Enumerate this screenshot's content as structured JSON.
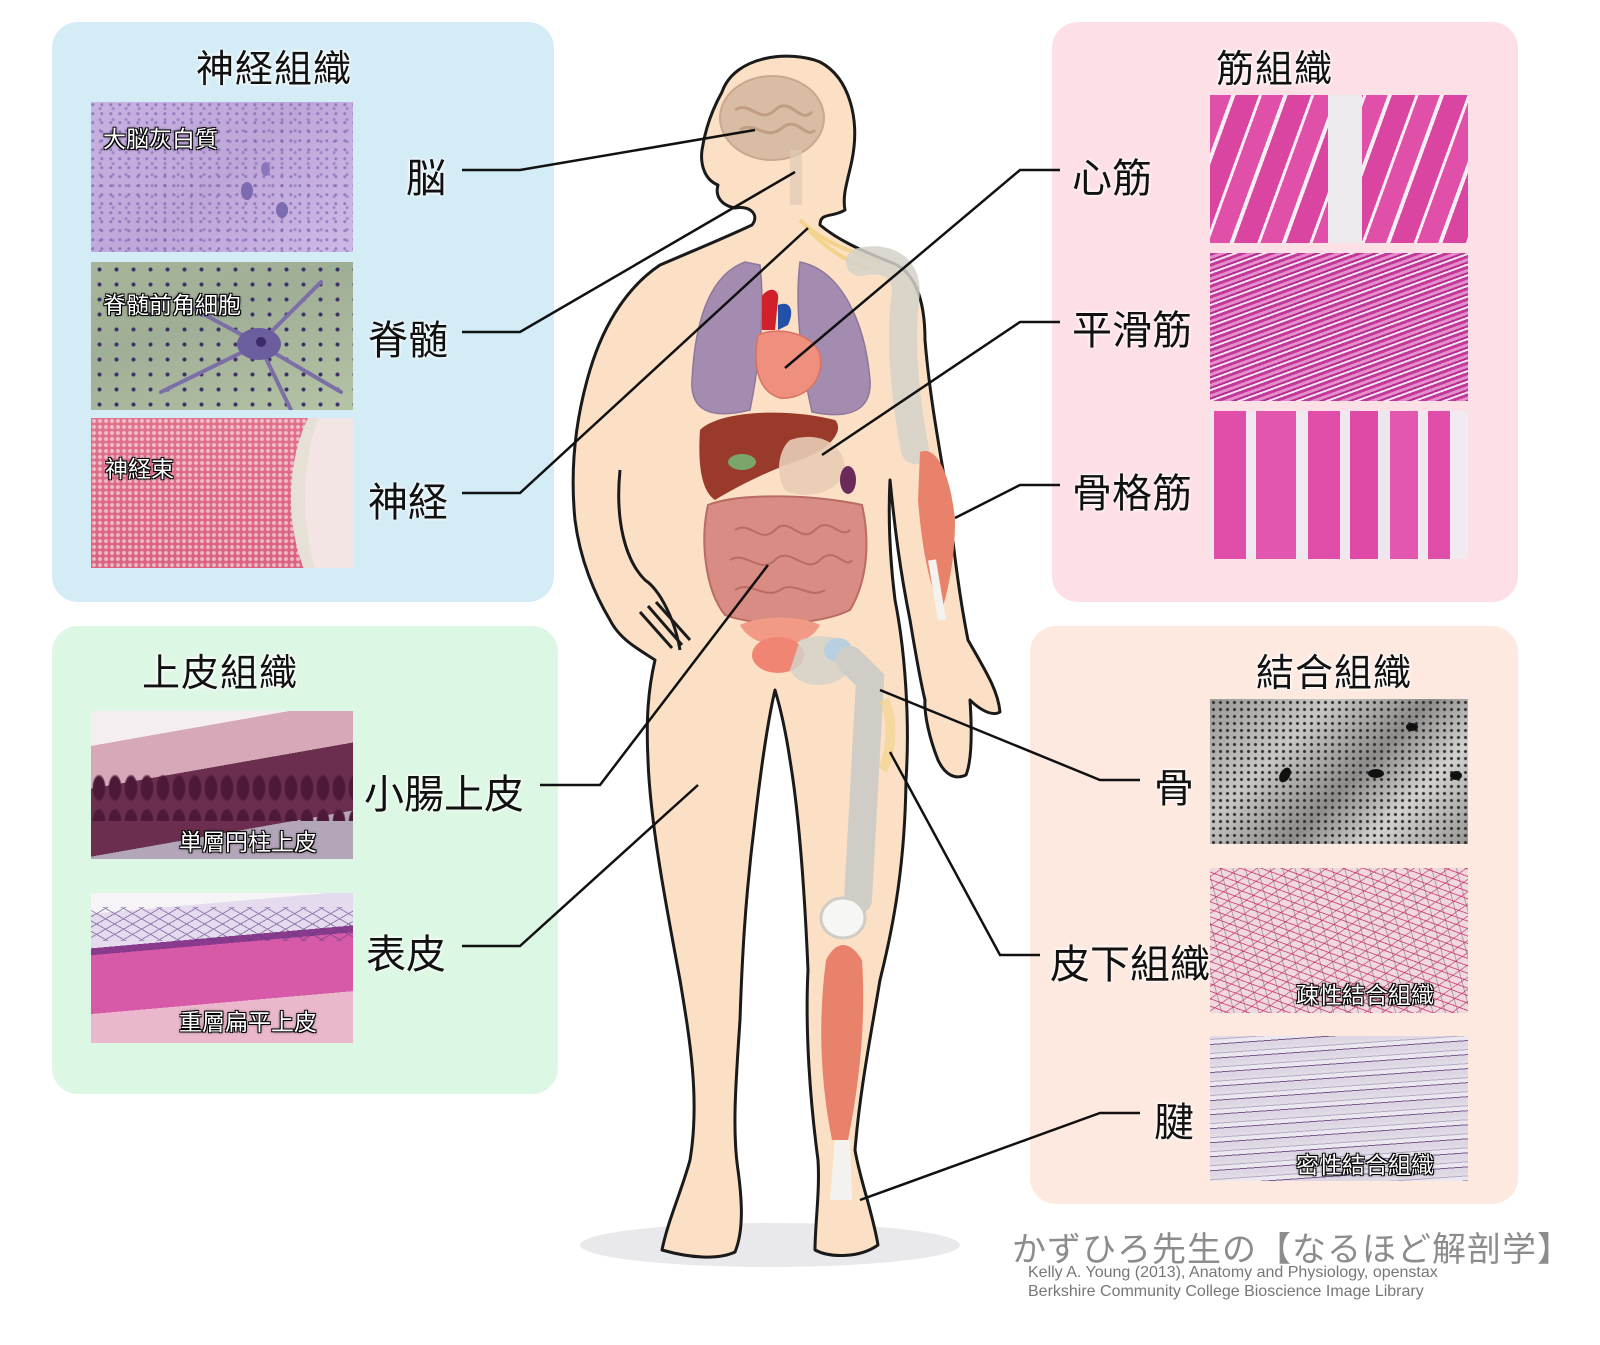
{
  "panels": {
    "nervous": {
      "title": "神経組織",
      "bg": "#d3ecf6",
      "items": [
        {
          "label": "脳",
          "caption": "大脳灰白質"
        },
        {
          "label": "脊髄",
          "caption": "脊髄前角細胞"
        },
        {
          "label": "神経",
          "caption": "神経束"
        }
      ]
    },
    "muscle": {
      "title": "筋組織",
      "bg": "#fde0e6",
      "items": [
        {
          "label": "心筋",
          "caption": ""
        },
        {
          "label": "平滑筋",
          "caption": ""
        },
        {
          "label": "骨格筋",
          "caption": ""
        }
      ]
    },
    "epithelial": {
      "title": "上皮組織",
      "bg": "#dcf7e3",
      "items": [
        {
          "label": "小腸上皮",
          "caption": "単層円柱上皮"
        },
        {
          "label": "表皮",
          "caption": "重層扁平上皮"
        }
      ]
    },
    "connective": {
      "title": "結合組織",
      "bg": "#fde9df",
      "items": [
        {
          "label": "骨",
          "caption": ""
        },
        {
          "label": "皮下組織",
          "caption": "疎性結合組織"
        },
        {
          "label": "腱",
          "caption": "密性結合組織"
        }
      ]
    }
  },
  "colors": {
    "skin": "#fbe0c6",
    "outline": "#1a1a1a",
    "lung": "#a48cb0",
    "heart": "#ef8f7e",
    "liver": "#9a3a2a",
    "intestine": "#d98c84",
    "bone": "#d3d1c9",
    "muscle": "#e8826a",
    "brain": "#d9bca4",
    "nerve": "#f3d48a"
  },
  "credit": {
    "main": "かずひろ先生の【なるほど解剖学】",
    "line1": "Kelly A. Young (2013), Anatomy and Physiology, openstax",
    "line2": "Berkshire Community College Bioscience Image Library"
  }
}
